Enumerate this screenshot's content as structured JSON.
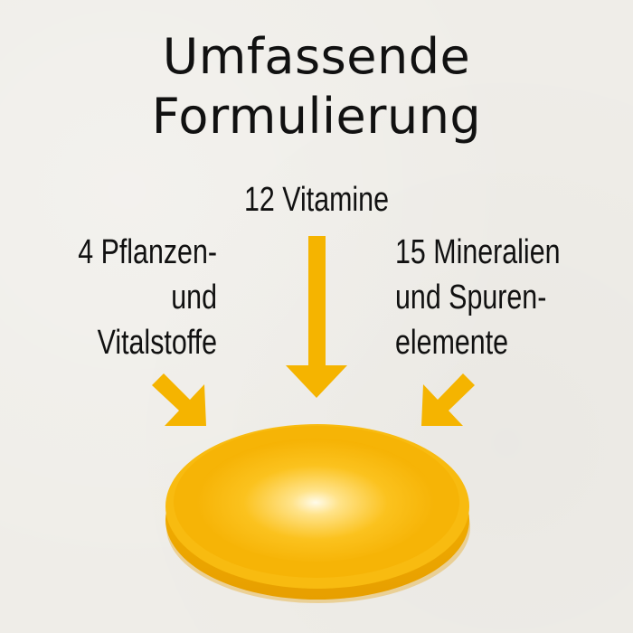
{
  "title": {
    "line1": "Umfassende",
    "line2": "Formulierung"
  },
  "ingredients": {
    "center": {
      "line1": "12 Vitamine"
    },
    "left": {
      "line1": "4 Pflanzen-",
      "line2": "und",
      "line3": "Vitalstoffe"
    },
    "right": {
      "line1": "15 Mineralien",
      "line2": "und Spuren-",
      "line3": "elemente"
    }
  },
  "icons": {
    "arrow_center": "arrow-down-icon",
    "arrow_left": "arrow-down-right-icon",
    "arrow_right": "arrow-down-left-icon",
    "capsule": "softgel-capsule-icon"
  },
  "colors": {
    "background": "#efede8",
    "accent": "#f5b400",
    "text": "#111111"
  }
}
